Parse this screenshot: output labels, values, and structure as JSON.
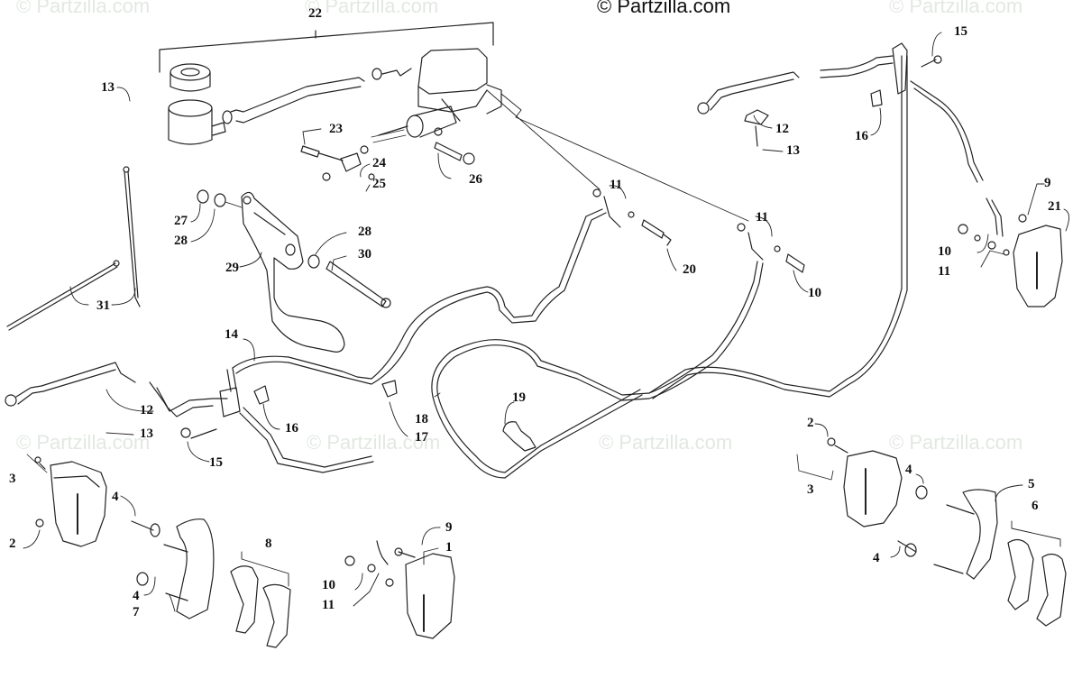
{
  "title": "© Partzilla.com",
  "watermarks": [
    "© Partzilla.com",
    "© Partzilla.com",
    "© Partzilla.com",
    "© Partzilla.com",
    "© Partzilla.com",
    "© Partzilla.com",
    "© Partzilla.com"
  ],
  "diagram": {
    "subject": "Hydraulic brake system exploded view",
    "callouts": [
      {
        "id": "c22",
        "text": "22"
      },
      {
        "id": "c13a",
        "text": "13"
      },
      {
        "id": "c23",
        "text": "23"
      },
      {
        "id": "c24",
        "text": "24"
      },
      {
        "id": "c25",
        "text": "25"
      },
      {
        "id": "c26",
        "text": "26"
      },
      {
        "id": "c27",
        "text": "27"
      },
      {
        "id": "c28a",
        "text": "28"
      },
      {
        "id": "c28b",
        "text": "28"
      },
      {
        "id": "c29",
        "text": "29"
      },
      {
        "id": "c30",
        "text": "30"
      },
      {
        "id": "c31",
        "text": "31"
      },
      {
        "id": "c15a",
        "text": "15"
      },
      {
        "id": "c12a",
        "text": "12"
      },
      {
        "id": "c13b",
        "text": "13"
      },
      {
        "id": "c16a",
        "text": "16"
      },
      {
        "id": "c11a",
        "text": "11"
      },
      {
        "id": "c11b",
        "text": "11"
      },
      {
        "id": "c20",
        "text": "20"
      },
      {
        "id": "c10a",
        "text": "10"
      },
      {
        "id": "c9a",
        "text": "9"
      },
      {
        "id": "c21",
        "text": "21"
      },
      {
        "id": "c10b",
        "text": "10"
      },
      {
        "id": "c11c",
        "text": "11"
      },
      {
        "id": "c14",
        "text": "14"
      },
      {
        "id": "c12b",
        "text": "12"
      },
      {
        "id": "c13c",
        "text": "13"
      },
      {
        "id": "c16b",
        "text": "16"
      },
      {
        "id": "c15b",
        "text": "15"
      },
      {
        "id": "c17",
        "text": "17"
      },
      {
        "id": "c18",
        "text": "18"
      },
      {
        "id": "c19",
        "text": "19"
      },
      {
        "id": "c3a",
        "text": "3"
      },
      {
        "id": "c2a",
        "text": "2"
      },
      {
        "id": "c4a",
        "text": "4"
      },
      {
        "id": "c4b",
        "text": "4"
      },
      {
        "id": "c7",
        "text": "7"
      },
      {
        "id": "c8",
        "text": "8"
      },
      {
        "id": "c9b",
        "text": "9"
      },
      {
        "id": "c1",
        "text": "1"
      },
      {
        "id": "c10c",
        "text": "10"
      },
      {
        "id": "c11d",
        "text": "11"
      },
      {
        "id": "c2b",
        "text": "2"
      },
      {
        "id": "c3b",
        "text": "3"
      },
      {
        "id": "c4c",
        "text": "4"
      },
      {
        "id": "c4d",
        "text": "4"
      },
      {
        "id": "c5",
        "text": "5"
      },
      {
        "id": "c6",
        "text": "6"
      }
    ]
  }
}
